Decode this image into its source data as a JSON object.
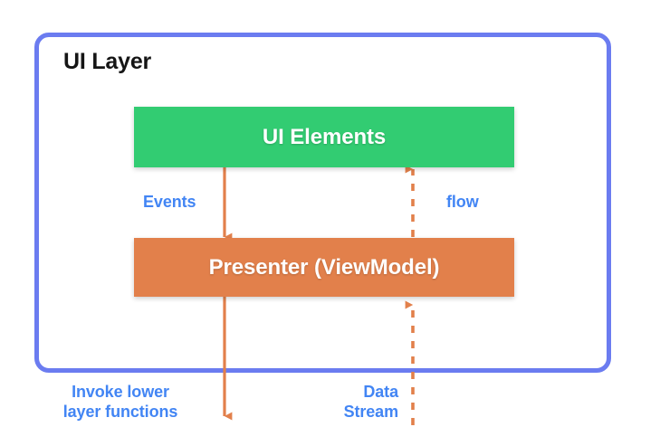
{
  "diagram": {
    "title": "UI Layer",
    "nodes": [
      {
        "id": "ui-elements",
        "label": "UI Elements",
        "color": "#32cc72"
      },
      {
        "id": "presenter",
        "label": "Presenter (ViewModel)",
        "color": "#e2804b"
      }
    ],
    "edges": [
      {
        "id": "events",
        "label": "Events",
        "style": "solid",
        "direction": "down",
        "from": "ui-elements",
        "to": "presenter"
      },
      {
        "id": "flow",
        "label": "flow",
        "style": "dashed",
        "direction": "up",
        "from": "presenter",
        "to": "ui-elements"
      },
      {
        "id": "invoke-lower-layer",
        "label": "Invoke lower\nlayer functions",
        "label_line1": "Invoke lower",
        "label_line2": "layer functions",
        "style": "solid",
        "direction": "down",
        "from": "presenter",
        "to": "lower-layer"
      },
      {
        "id": "data-stream",
        "label": "Data\nStream",
        "label_line1": "Data",
        "label_line2": "Stream",
        "style": "dashed",
        "direction": "up",
        "from": "lower-layer",
        "to": "presenter"
      }
    ],
    "colors": {
      "border": "#6b7cf0",
      "arrow": "#e2804b",
      "label_text": "#4285f4",
      "title_text": "#151515",
      "node_text": "#ffffff",
      "background": "#ffffff"
    }
  }
}
